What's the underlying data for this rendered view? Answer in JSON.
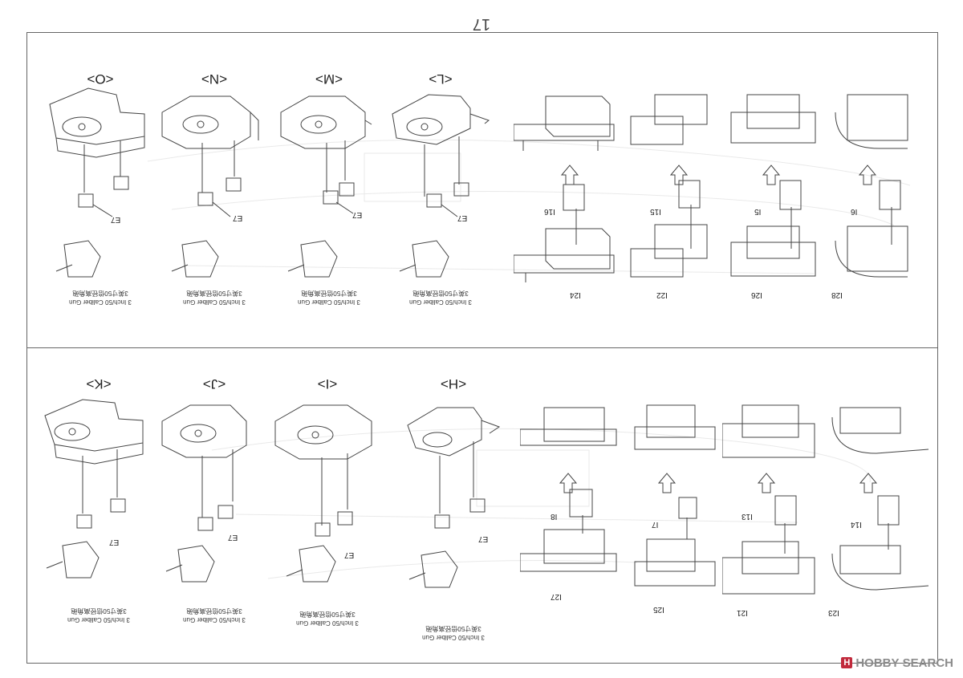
{
  "page_number": "17",
  "top_panels": [
    {
      "title": "<O>",
      "part": "E7",
      "caption_jp": "3英寸50倍径高角砲",
      "caption_en": "3 Inch/50 Caliber Gun"
    },
    {
      "title": "<N>",
      "part": "E7",
      "caption_jp": "3英寸50倍径高角砲",
      "caption_en": "3 Inch/50 Caliber Gun"
    },
    {
      "title": "<M>",
      "part": "E7",
      "caption_jp": "3英寸50倍径高角砲",
      "caption_en": "3 Inch/50 Caliber Gun"
    },
    {
      "title": "<L>",
      "part": "E7",
      "caption_jp": "3英寸50倍径高角砲",
      "caption_en": "3 Inch/50 Caliber Gun"
    }
  ],
  "bottom_panels": [
    {
      "title": "<K>",
      "part": "E7",
      "caption_jp": "3英寸50倍径高角砲",
      "caption_en": "3 Inch/50 Caliber Gun"
    },
    {
      "title": "<J>",
      "part": "E7",
      "caption_jp": "3英寸50倍径高角砲",
      "caption_en": "3 Inch/50 Caliber Gun"
    },
    {
      "title": "<I>",
      "part": "E7",
      "caption_jp": "3英寸50倍径高角砲",
      "caption_en": "3 Inch/50 Caliber Gun"
    },
    {
      "title": "<H>",
      "part": "E7",
      "caption_jp": "3英寸50倍径高角砲",
      "caption_en": "3 Inch/50 Caliber Gun"
    }
  ],
  "top_subassemblies": [
    {
      "part": "I16",
      "base": "I24"
    },
    {
      "part": "I15",
      "base": "I22"
    },
    {
      "part": "I5",
      "base": "I26"
    },
    {
      "part": "I6",
      "base": "I28"
    }
  ],
  "bottom_subassemblies": [
    {
      "part": "I8",
      "base": "I27"
    },
    {
      "part": "I7",
      "base": "I25"
    },
    {
      "part": "I13",
      "base": "I21"
    },
    {
      "part": "I14",
      "base": "I23"
    }
  ],
  "watermark": {
    "logo": "HOBBY",
    "text": "SEARCH",
    "badge": "H",
    "accent": "#c12a3c"
  }
}
